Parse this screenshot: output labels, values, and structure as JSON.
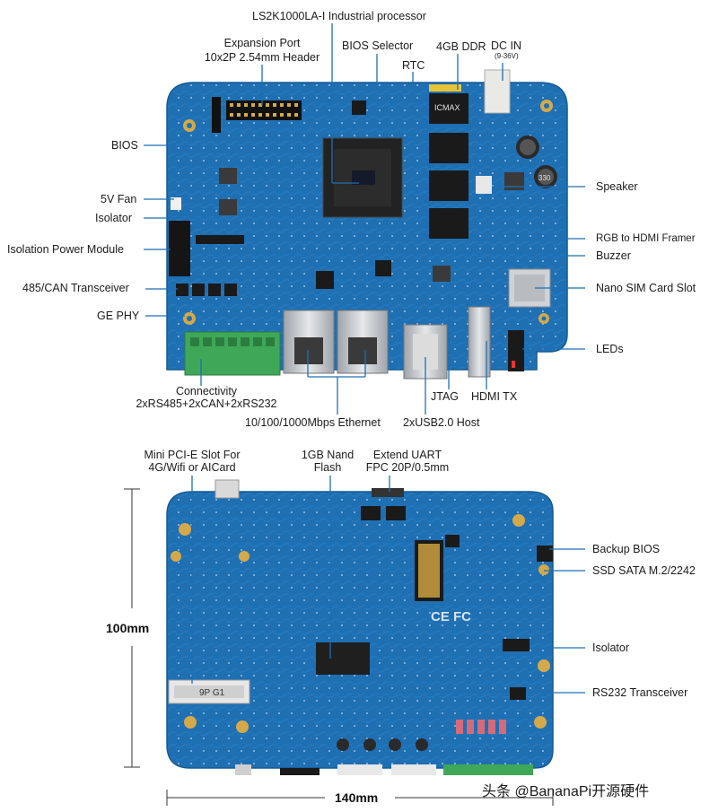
{
  "top_board": {
    "labels": {
      "processor": "LS2K1000LA-I  Industrial processor",
      "expansion_port_line1": "Expansion Port",
      "expansion_port_line2": "10x2P 2.54mm Header",
      "bios_selector": "BIOS Selector",
      "ddr": "4GB DDR",
      "dc_in": "DC IN",
      "dc_in_range": "(9-36V)",
      "rtc": "RTC",
      "bios": "BIOS",
      "fan": "5V Fan",
      "isolator": "Isolator",
      "isolation_power": "Isolation Power Module",
      "transceiver_485_can": "485/CAN Transceiver",
      "ge_phy": "GE PHY",
      "speaker": "Speaker",
      "rgb_hdmi": "RGB to HDMI Framer",
      "buzzer": "Buzzer",
      "nano_sim": "Nano SIM Card Slot",
      "leds": "LEDs",
      "connectivity_line1": "Connectivity",
      "connectivity_line2": "2xRS485+2xCAN+2xRS232",
      "jtag": "JTAG",
      "hdmi_tx": "HDMI TX",
      "ethernet": "10/100/1000Mbps Ethernet",
      "usb": "2xUSB2.0 Host"
    },
    "chip_marks": {
      "ddr_chip": "ICMAX",
      "cap_value": "330"
    }
  },
  "bottom_board": {
    "labels": {
      "mini_pcie_line1": "Mini PCI-E Slot For",
      "mini_pcie_line2": "4G/Wifi or AICard",
      "nand_line1": "1GB Nand",
      "nand_line2": "Flash",
      "uart_line1": "Extend UART",
      "uart_line2": "FPC 20P/0.5mm",
      "backup_bios": "Backup BIOS",
      "ssd": "SSD SATA M.2/2242",
      "isolator": "Isolator",
      "rs232": "RS232 Transceiver"
    },
    "silkscreen": {
      "ce_fc": "CE FC",
      "slot_mark": "9P G1"
    },
    "dimensions": {
      "height": "100mm",
      "width": "140mm"
    }
  },
  "watermark": "头条 @BananaPi开源硬件",
  "colors": {
    "pcb": "#1f6fb3",
    "pcb_dark": "#17599a",
    "chip": "#1a1a1a",
    "gold": "#d4a94a",
    "green_terminal": "#3fa858",
    "metal": "#c9ccd0",
    "leader": "#1f6fb3"
  }
}
